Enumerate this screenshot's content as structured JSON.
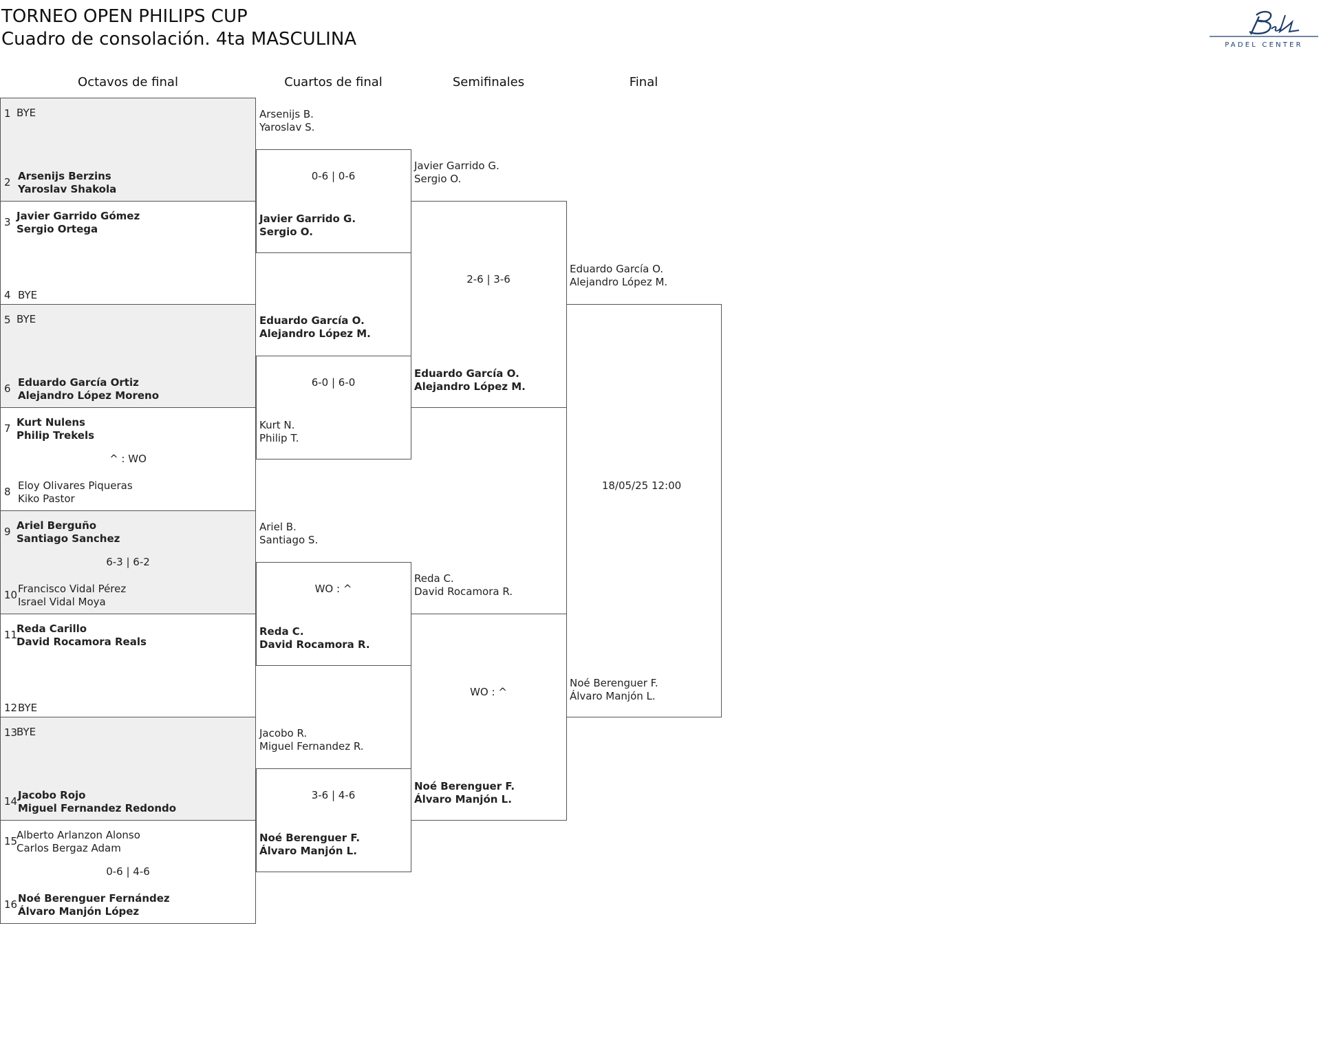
{
  "header": {
    "title": "TORNEO OPEN PHILIPS CUP",
    "subtitle": "Cuadro de consolación. 4ta MASCULINA",
    "logo_text": "PADEL CENTER",
    "logo_icon": "bela-signature-logo"
  },
  "rounds": {
    "r16": "Octavos de final",
    "qf": "Cuartos de final",
    "sf": "Semifinales",
    "final": "Final"
  },
  "octavos": [
    {
      "seed": "1",
      "p1": "BYE",
      "p2": "",
      "win": false
    },
    {
      "seed": "2",
      "p1": "Arsenijs Berzins",
      "p2": "Yaroslav Shakola",
      "win": true
    },
    {
      "seed": "3",
      "p1": "Javier Garrido Gómez",
      "p2": "Sergio Ortega",
      "win": true
    },
    {
      "seed": "4",
      "p1": "BYE",
      "p2": "",
      "win": false
    },
    {
      "seed": "5",
      "p1": "BYE",
      "p2": "",
      "win": false
    },
    {
      "seed": "6",
      "p1": "Eduardo García Ortiz",
      "p2": "Alejandro López Moreno",
      "win": true
    },
    {
      "seed": "7",
      "p1": "Kurt Nulens",
      "p2": "Philip Trekels",
      "win": true
    },
    {
      "seed": "8",
      "p1": "Eloy Olivares Piqueras",
      "p2": "Kiko Pastor",
      "win": false
    },
    {
      "seed": "9",
      "p1": "Ariel Berguño",
      "p2": "Santiago Sanchez",
      "win": true
    },
    {
      "seed": "10",
      "p1": "Francisco Vidal Pérez",
      "p2": "Israel Vidal Moya",
      "win": false
    },
    {
      "seed": "11",
      "p1": "Reda Carillo",
      "p2": "David Rocamora Reals",
      "win": true
    },
    {
      "seed": "12",
      "p1": "BYE",
      "p2": "",
      "win": false
    },
    {
      "seed": "13",
      "p1": "BYE",
      "p2": "",
      "win": false
    },
    {
      "seed": "14",
      "p1": "Jacobo Rojo",
      "p2": "Miguel Fernandez Redondo",
      "win": true
    },
    {
      "seed": "15",
      "p1": "Alberto Arlanzon Alonso",
      "p2": "Carlos Bergaz Adam",
      "win": false
    },
    {
      "seed": "16",
      "p1": "Noé Berenguer Fernández",
      "p2": "Álvaro Manjón López",
      "win": true
    }
  ],
  "octavos_scores": [
    "",
    "",
    "",
    "^ : WO",
    "6-3 | 6-2",
    "",
    "",
    "0-6 | 4-6"
  ],
  "cuartos": [
    {
      "p1": "Arsenijs B.",
      "p2": "Yaroslav S.",
      "win": false
    },
    {
      "p1": "Javier Garrido G.",
      "p2": "Sergio O.",
      "win": true
    },
    {
      "p1": "Eduardo García O.",
      "p2": "Alejandro López M.",
      "win": true
    },
    {
      "p1": "Kurt N.",
      "p2": "Philip T.",
      "win": false
    },
    {
      "p1": "Ariel B.",
      "p2": "Santiago S.",
      "win": false
    },
    {
      "p1": "Reda C.",
      "p2": "David Rocamora R.",
      "win": true
    },
    {
      "p1": "Jacobo R.",
      "p2": "Miguel Fernandez R.",
      "win": false
    },
    {
      "p1": "Noé Berenguer F.",
      "p2": "Álvaro Manjón L.",
      "win": true
    }
  ],
  "cuartos_scores": [
    "0-6 | 0-6",
    "6-0 | 6-0",
    "WO : ^",
    "3-6 | 4-6"
  ],
  "semis": [
    {
      "p1": "Javier Garrido G.",
      "p2": "Sergio O.",
      "win": false
    },
    {
      "p1": "Eduardo García O.",
      "p2": "Alejandro López M.",
      "win": true
    },
    {
      "p1": "Reda C.",
      "p2": "David Rocamora R.",
      "win": false
    },
    {
      "p1": "Noé Berenguer F.",
      "p2": "Álvaro Manjón L.",
      "win": true
    }
  ],
  "semis_scores": [
    "2-6 | 3-6",
    "WO : ^"
  ],
  "final": [
    {
      "p1": "Eduardo García O.",
      "p2": "Alejandro López M.",
      "win": false
    },
    {
      "p1": "Noé Berenguer F.",
      "p2": "Álvaro Manjón L.",
      "win": false
    }
  ],
  "final_info": "18/05/25 12:00",
  "colors": {
    "shade": "#efefef",
    "logo": "#1f3d6b",
    "border": "#555555"
  }
}
